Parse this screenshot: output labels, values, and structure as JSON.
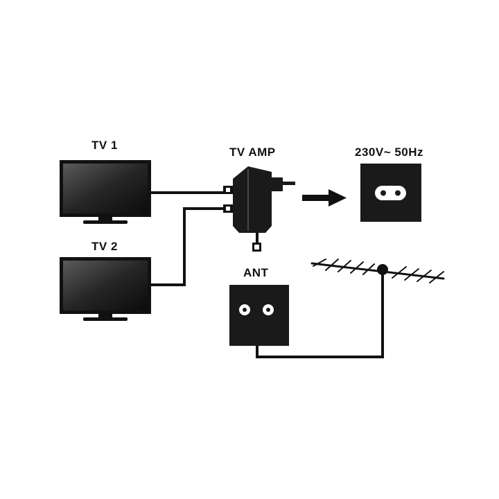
{
  "labels": {
    "tv1": "TV 1",
    "tv2": "TV 2",
    "amp": "TV AMP",
    "power": "230V~ 50Hz",
    "ant": "ANT"
  },
  "colors": {
    "device": "#1a1a1a",
    "cable": "#111111",
    "background": "#ffffff"
  }
}
